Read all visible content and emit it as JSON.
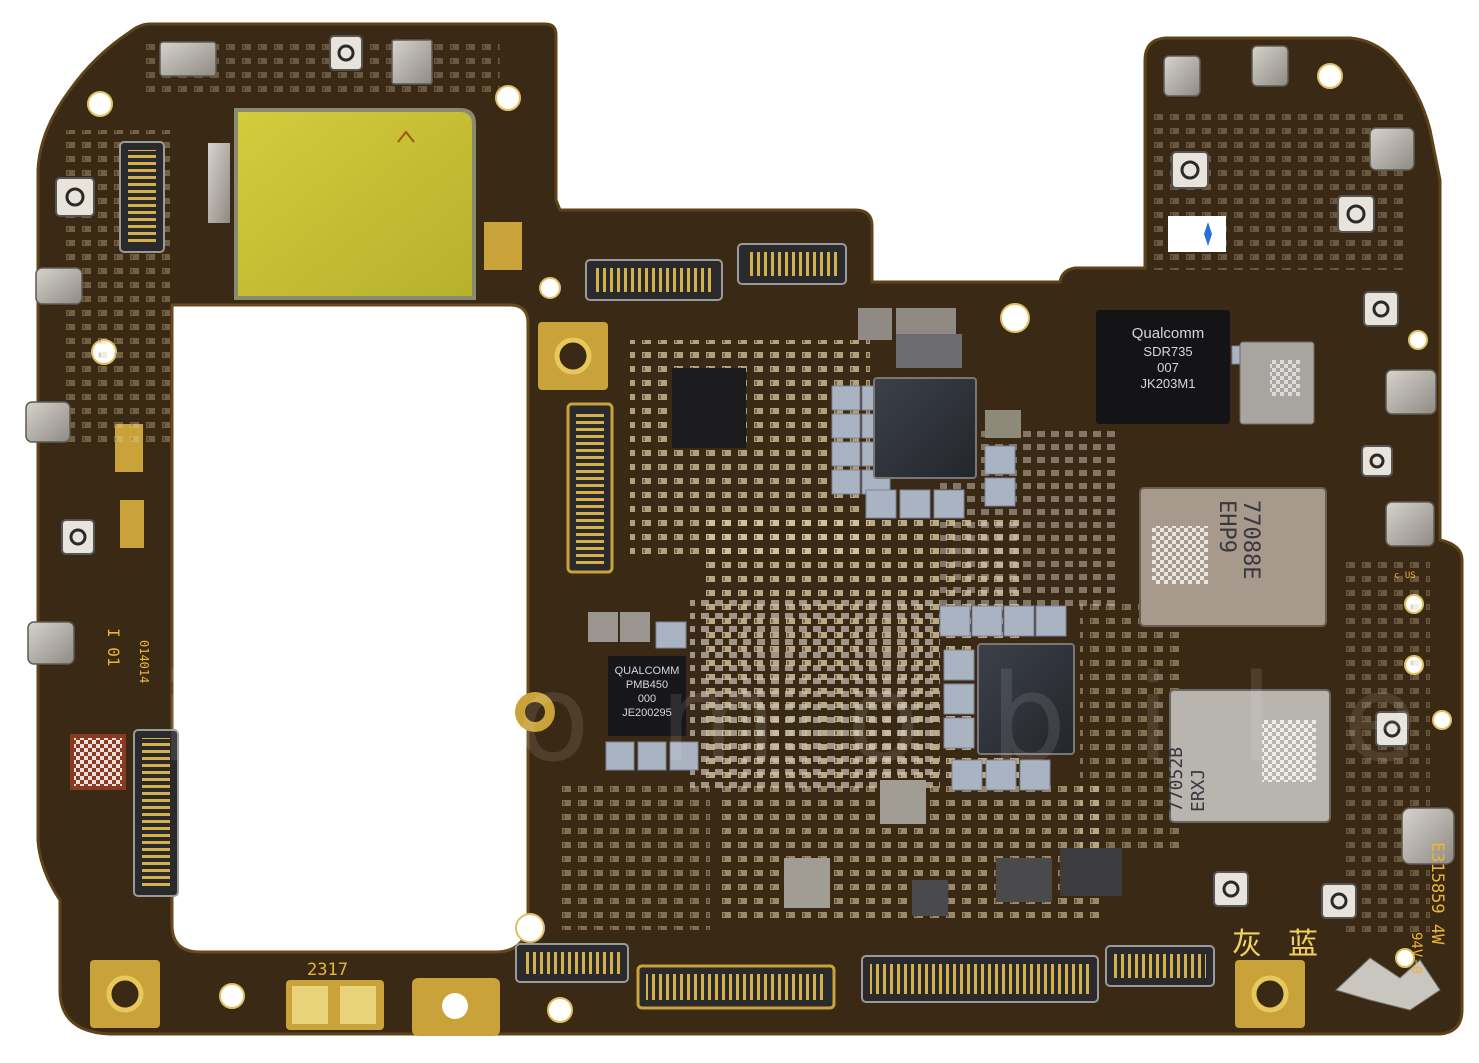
{
  "board": {
    "colors": {
      "pcb": "#3b2a14",
      "pcb_edge": "#5a3d14",
      "gold": "#c9a33a",
      "shield_yellow": "#c8c235",
      "chip_black": "#1a1a1c",
      "chip_grey": "#8a8a92",
      "silver": "#b8b4ae"
    },
    "chips": {
      "transceiver": {
        "line1": "Qualcomm",
        "line2": "SDR735",
        "line3": "007",
        "line4": "JK203M1"
      },
      "pmic": {
        "line1": "QUALCOMM",
        "line2": "PMB450",
        "line3": "000",
        "line4": "JE200295"
      },
      "module_top": {
        "line1": "77088E",
        "line2": "EHP9"
      },
      "module_bottom": {
        "line1": "77052B",
        "line2": "ERXJ"
      }
    },
    "silkscreen": {
      "label_2317": "2317",
      "label_101": "I 01",
      "label_014014": "014014",
      "label_code_right": "E315859 4W",
      "label_94v": "94V-0",
      "cjk_left": "灰",
      "cjk_right": "蓝",
      "ul_mark": "c US"
    },
    "watermark": "ictomobile"
  }
}
